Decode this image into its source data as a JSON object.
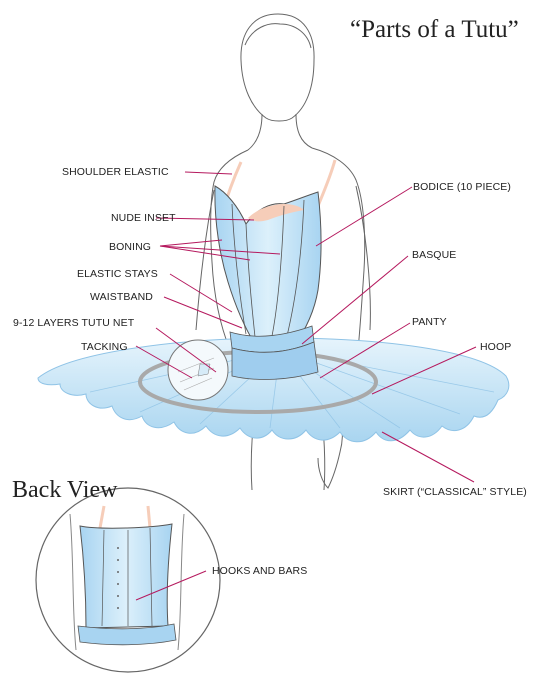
{
  "title": "“Parts of a Tutu”",
  "back_view_heading": "Back View",
  "labels": {
    "shoulder_elastic": "SHOULDER ELASTIC",
    "nude_inset": "NUDE INSET",
    "boning": "BONING",
    "elastic_stays": "ELASTIC STAYS",
    "waistband": "WAISTBAND",
    "tutu_net": "9-12 LAYERS TUTU NET",
    "tacking": "TACKING",
    "bodice": "BODICE (10 PIECE)",
    "basque": "BASQUE",
    "panty": "PANTY",
    "hoop": "HOOP",
    "skirt": "SKIRT (“CLASSICAL” STYLE)",
    "hooks_and_bars": "HOOKS AND BARS"
  },
  "colors": {
    "leader": "#b5195e",
    "tutu_blue": "#bfe0f5",
    "tutu_blue_dark": "#8fc3e6",
    "nude": "#f6cdb9",
    "hoop": "#a9a9a9",
    "outline": "#555555"
  }
}
